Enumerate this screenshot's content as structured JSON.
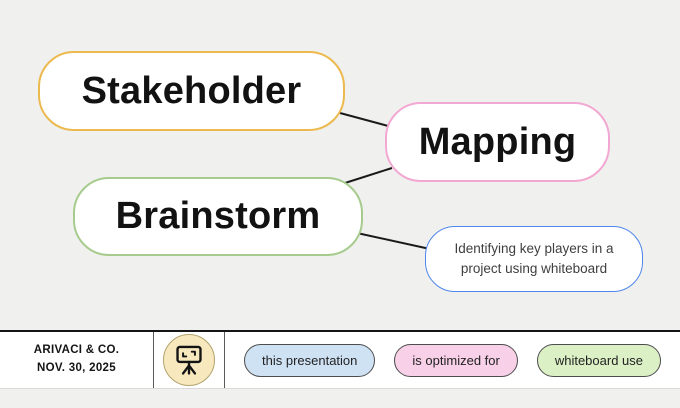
{
  "slide": {
    "background_color": "#f0f0ee"
  },
  "mindmap": {
    "nodes": [
      {
        "id": "stakeholder",
        "label": "Stakeholder",
        "border_color": "#ecb94f"
      },
      {
        "id": "mapping",
        "label": "Mapping",
        "border_color": "#f2a8d2"
      },
      {
        "id": "brainstorm",
        "label": "Brainstorm",
        "border_color": "#a6cb8d"
      },
      {
        "id": "description",
        "label": "Identifying key players in a project using whiteboard",
        "border_color": "#4f86ec"
      }
    ],
    "connector_color": "#1a1a1a"
  },
  "footer": {
    "company": "ARIVACI & CO.",
    "date": "NOV. 30, 2025",
    "icon": "presentation-board-icon",
    "icon_circle_fill": "#f7e8bd",
    "pills": [
      {
        "label": "this presentation",
        "fill": "#cfe2f4"
      },
      {
        "label": "is optimized for",
        "fill": "#f8d0e8"
      },
      {
        "label": "whiteboard use",
        "fill": "#dcf0c5"
      }
    ]
  }
}
